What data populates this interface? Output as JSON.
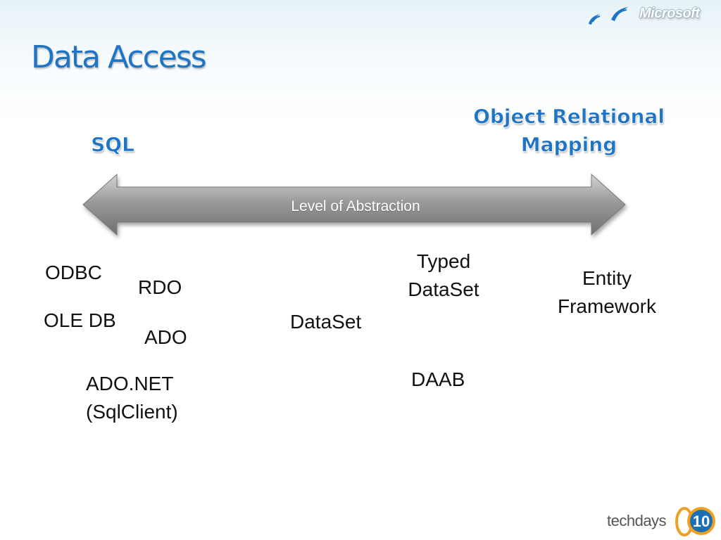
{
  "slide": {
    "title": "Data Access",
    "brand": "Microsoft",
    "footer_brand": "techdays",
    "footer_badge_number": "10"
  },
  "scale": {
    "left_label": "SQL",
    "right_label_line1": "Object Relational",
    "right_label_line2": "Mapping",
    "axis_caption": "Level of Abstraction"
  },
  "technologies": [
    {
      "id": "odbc",
      "label": "ODBC"
    },
    {
      "id": "rdo",
      "label": "RDO"
    },
    {
      "id": "oledb",
      "label": "OLE DB"
    },
    {
      "id": "ado",
      "label": "ADO"
    },
    {
      "id": "adonet",
      "label_line1": "ADO.NET",
      "label_line2": "(SqlClient)"
    },
    {
      "id": "dataset",
      "label": "DataSet"
    },
    {
      "id": "typed-dataset",
      "label_line1": "Typed",
      "label_line2": "DataSet"
    },
    {
      "id": "daab",
      "label": "DAAB"
    },
    {
      "id": "entity-framework",
      "label_line1": "Entity",
      "label_line2": "Framework"
    }
  ],
  "colors": {
    "title_blue": "#1f74c4",
    "arrow_gray": "#8c8c8c",
    "badge_orange": "#f0a020",
    "badge_blue": "#1a6fb5"
  },
  "icons": {
    "brand_mark": "windows-flag-birds-icon",
    "footer_badge": "techdays-10-badge-icon"
  }
}
